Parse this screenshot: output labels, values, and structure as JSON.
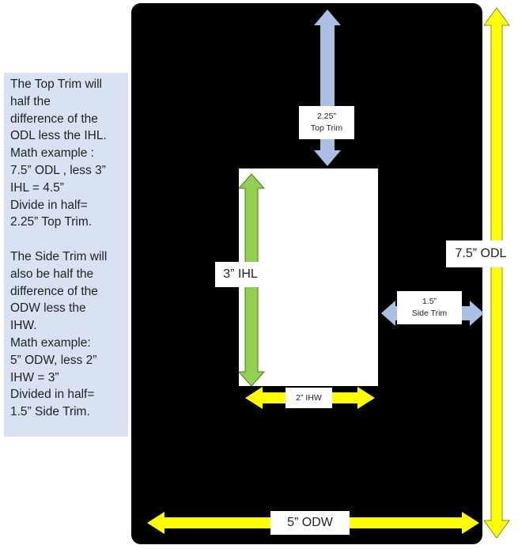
{
  "explanation": {
    "top_trim_lines": [
      "The Top Trim will",
      "half the",
      "difference of the",
      "ODL less the IHL.",
      "Math example :",
      "7.5” ODL , less 3”",
      "IHL = 4.5”",
      "Divide in half=",
      "2.25” Top Trim."
    ],
    "side_trim_lines": [
      "The Side Trim will",
      "also be half the",
      "difference of the",
      "ODW less the",
      "IHW.",
      "Math example:",
      "5” ODW, less 2”",
      "IHW = 3”",
      "Divided in half=",
      "1.5” Side Trim."
    ]
  },
  "labels": {
    "top_trim_value": "2.25”",
    "top_trim_name": "Top Trim",
    "ihl": "3” IHL",
    "ihw": "2” IHW",
    "side_trim_value": "1.5”",
    "side_trim_name": "Side Trim",
    "odl": "7.5” ODL",
    "odw": "5” ODW"
  },
  "colors": {
    "panel": "#000000",
    "note_bg": "#d9e2f3",
    "trim_arrow": "#a9c0e2",
    "ihl_arrow": "#92d050",
    "yellow_arrow": "#ffff00"
  }
}
